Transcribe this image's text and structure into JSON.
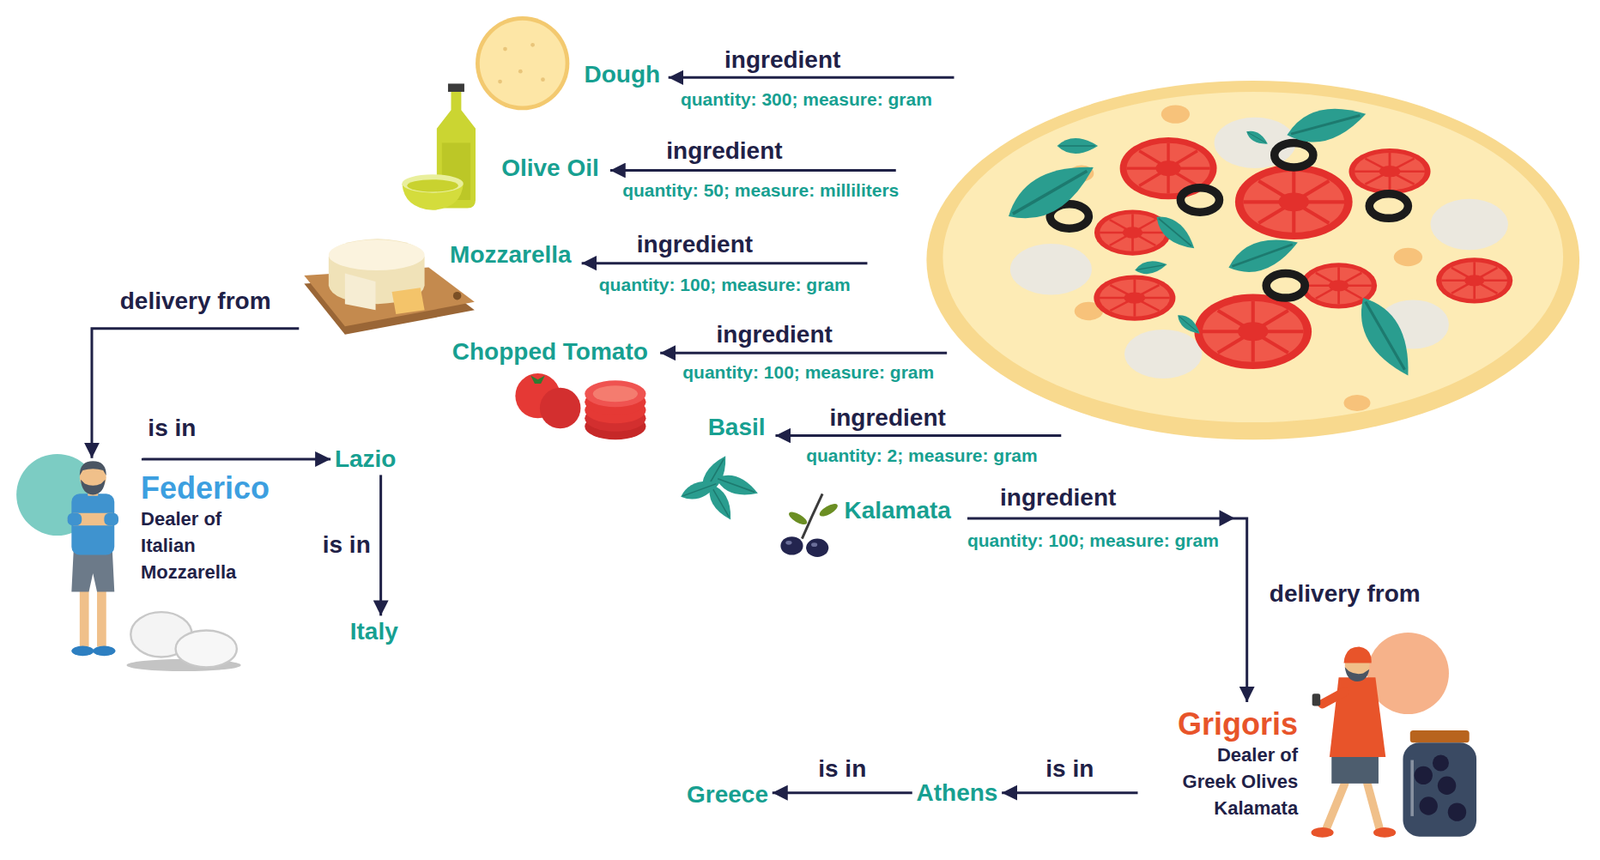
{
  "diagram": {
    "nodes": [
      {
        "text": [
          "Dough"
        ]
      },
      {
        "text": [
          "Olive Oil"
        ]
      },
      {
        "text": [
          "Mozzarella"
        ]
      },
      {
        "text": [
          "Chopped Tomato"
        ]
      },
      {
        "text": [
          "Basil"
        ]
      },
      {
        "text": [
          "Kalamata"
        ]
      },
      {
        "text": [
          "Federico",
          "Dealer of Italian Mozzarella"
        ]
      },
      {
        "text": [
          "Lazio"
        ]
      },
      {
        "text": [
          "Italy"
        ]
      },
      {
        "text": [
          "Grigoris",
          "Dealer of Greek Olives Kalamata"
        ]
      },
      {
        "text": [
          "Athens"
        ]
      },
      {
        "text": [
          "Greece"
        ]
      }
    ],
    "edges": [
      {
        "from": 2,
        "to": 6,
        "label": "delivery from",
        "arrow": "to"
      },
      {
        "from": 6,
        "to": 7,
        "label": "is in",
        "arrow": "to"
      },
      {
        "from": 7,
        "to": 8,
        "label": "is in",
        "arrow": "to"
      },
      {
        "from": 5,
        "to": 9,
        "label": "delivery from",
        "arrow": "to"
      },
      {
        "from": 9,
        "to": 10,
        "label": "is in",
        "arrow": "to"
      },
      {
        "from": 10,
        "to": 11,
        "label": "is in",
        "arrow": "to"
      }
    ],
    "labels": [
      "ingredient",
      "quantity: 300; measure: gram",
      "ingredient",
      "quantity: 50; measure: milliliters",
      "ingredient",
      "quantity: 100; measure: gram",
      "ingredient",
      "quantity: 100; measure: gram",
      "ingredient",
      "quantity: 2; measure: gram",
      "ingredient",
      "quantity: 100; measure: gram"
    ]
  }
}
